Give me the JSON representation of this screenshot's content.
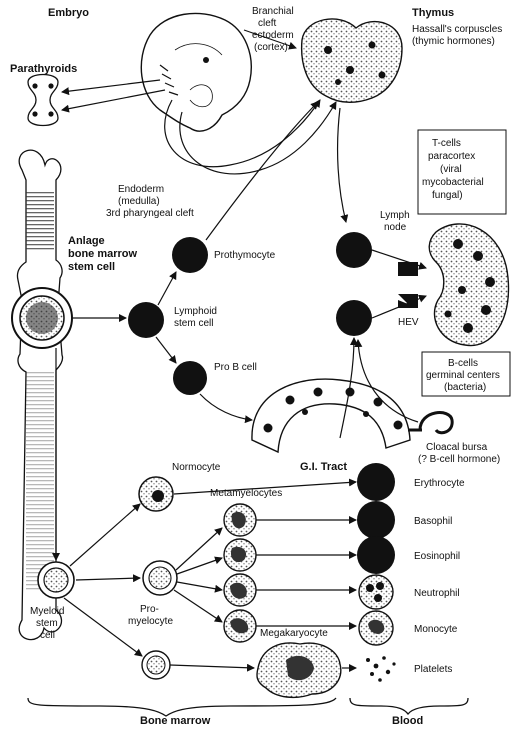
{
  "colors": {
    "ink": "#111111",
    "background": "#ffffff",
    "cell_fill": "#111111",
    "stipple": "#777777"
  },
  "labels": {
    "embryo": "Embryo",
    "parathyroids": "Parathyroids",
    "branchial_line1": "Branchial",
    "branchial_line2": "cleft",
    "branchial_line3": "ectoderm",
    "branchial_line4": "(cortex)",
    "thymus": "Thymus",
    "hassall_line1": "Hassall's corpuscles",
    "hassall_line2": "(thymic hormones)",
    "tcells_line1": "T-cells",
    "tcells_line2": "paracortex",
    "tcells_line3": "(viral",
    "tcells_line4": "mycobacterial",
    "tcells_line5": "fungal)",
    "endoderm_line1": "Endoderm",
    "endoderm_line2": "(medulla)",
    "endoderm_line3": "3rd pharyngeal cleft",
    "anlage_line1": "Anlage",
    "anlage_line2": "bone marrow",
    "anlage_line3": "stem cell",
    "prothymocyte": "Prothymocyte",
    "lymph_line1": "Lymph",
    "lymph_line2": "node",
    "lymphoid_line1": "Lymphoid",
    "lymphoid_line2": "stem cell",
    "hev": "HEV",
    "pro_b": "Pro B cell",
    "bcells_line1": "B-cells",
    "bcells_line2": "germinal centers",
    "bcells_line3": "(bacteria)",
    "gi_tract": "G.I. Tract",
    "cloacal_line1": "Cloacal bursa",
    "cloacal_line2": "(? B-cell hormone)",
    "normocyte": "Normocyte",
    "metamyelocytes": "Metamyelocytes",
    "erythrocyte": "Erythrocyte",
    "basophil": "Basophil",
    "eosinophil": "Eosinophil",
    "neutrophil": "Neutrophil",
    "monocyte": "Monocyte",
    "myeloid_line1": "Myeloid",
    "myeloid_line2": "stem",
    "myeloid_line3": "cell",
    "promyelocyte_line1": "Pro-",
    "promyelocyte_line2": "myelocyte",
    "megakaryocyte": "Megakaryocyte",
    "platelets": "Platelets",
    "bone_marrow": "Bone marrow",
    "blood": "Blood"
  }
}
